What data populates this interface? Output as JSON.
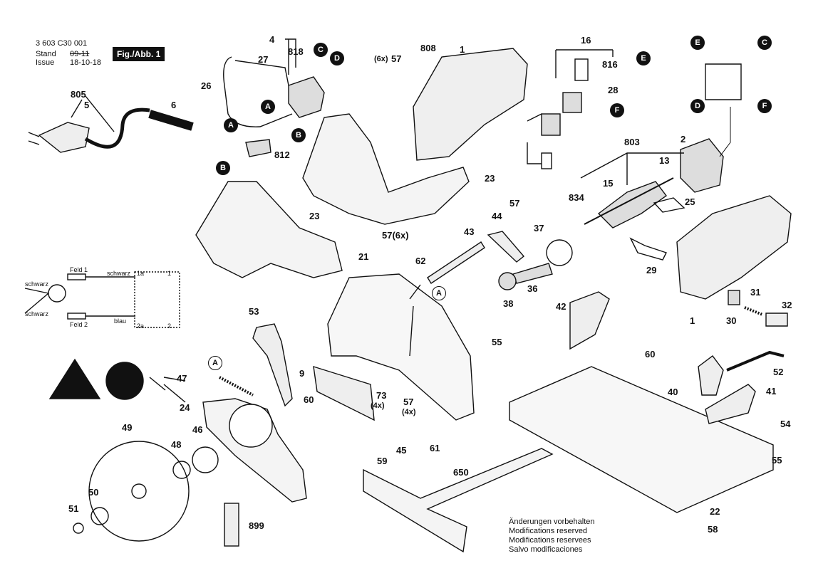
{
  "header": {
    "part_number": "3 603 C30 001",
    "stand_label": "Stand",
    "issue_label": "Issue",
    "old_date": "09-11",
    "new_date": "18-10-18",
    "figure_label": "Fig./Abb. 1"
  },
  "part_labels": [
    "805",
    "5",
    "6",
    "4",
    "818",
    "27",
    "26",
    "812",
    "808",
    "1",
    "57",
    "(6x)",
    "16",
    "816",
    "28",
    "2",
    "13",
    "803",
    "15",
    "834",
    "25",
    "23",
    "57(6x)",
    "44",
    "57",
    "43",
    "37",
    "62",
    "21",
    "38",
    "36",
    "29",
    "1",
    "31",
    "30",
    "32",
    "53",
    "42",
    "55",
    "60",
    "52",
    "47",
    "24",
    "9",
    "73",
    "(4x)",
    "57",
    "(4x)",
    "60",
    "40",
    "41",
    "54",
    "49",
    "46",
    "48",
    "59",
    "45",
    "61",
    "650",
    "55",
    "50",
    "51",
    "899",
    "22",
    "58",
    "23"
  ],
  "markers": [
    "C",
    "D",
    "A",
    "B",
    "A",
    "B",
    "E",
    "E",
    "C",
    "D",
    "F",
    "F",
    "A",
    "A"
  ],
  "wiring": {
    "field1": "Feld 1",
    "field2": "Feld 2",
    "black1": "schwarz",
    "black2": "schwarz",
    "black3": "schwarz",
    "blue": "blau",
    "t1a": "1a",
    "t1": "1",
    "t2a": "2a",
    "t2": "2"
  },
  "notes": [
    "Änderungen vorbehalten",
    "Modifications reserved",
    "Modifications reservees",
    "Salvo modificaciones"
  ],
  "icons": [
    "warning-triangle-icon",
    "read-manual-icon"
  ]
}
